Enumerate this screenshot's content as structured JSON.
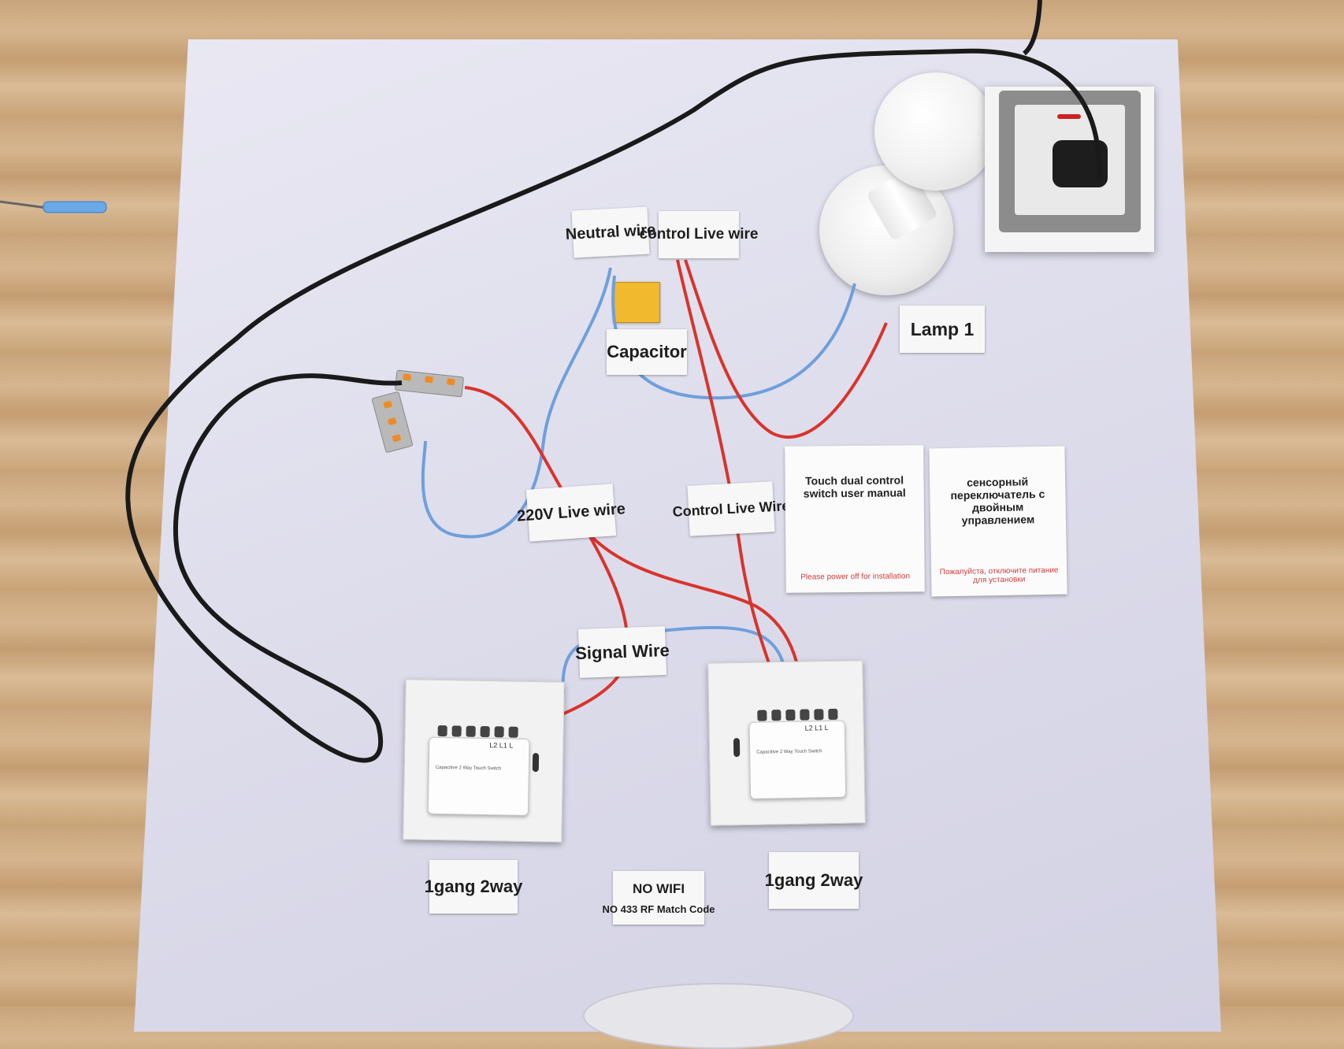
{
  "labels": {
    "neutral_wire": "Neutral wire",
    "control_live_wire_top": "control Live wire",
    "capacitor": "Capacitor",
    "lamp": "Lamp 1",
    "live_220v": "220V Live wire",
    "control_live_wire_mid": "Control Live Wire",
    "signal_wire": "Signal Wire",
    "gang_left": "1gang 2way",
    "gang_right": "1gang 2way",
    "no_wifi": "NO WIFI",
    "no_rf": "NO 433 RF Match Code"
  },
  "manual_en": {
    "title": "Touch dual control switch user manual",
    "warning": "Please power off for installation"
  },
  "manual_ru": {
    "title": "сенсорный переключатель с двойным управлением",
    "warning": "Пожалуйста, отключите питание для установки"
  },
  "module": {
    "terminals": "L2  L1  L",
    "text": "Capacitive 2 Way Touch Switch"
  },
  "colors": {
    "live_wire": "#d8342c",
    "neutral_wire": "#6f9fdc",
    "power_cord": "#1a1a1a",
    "board": "#e3e2ef"
  }
}
